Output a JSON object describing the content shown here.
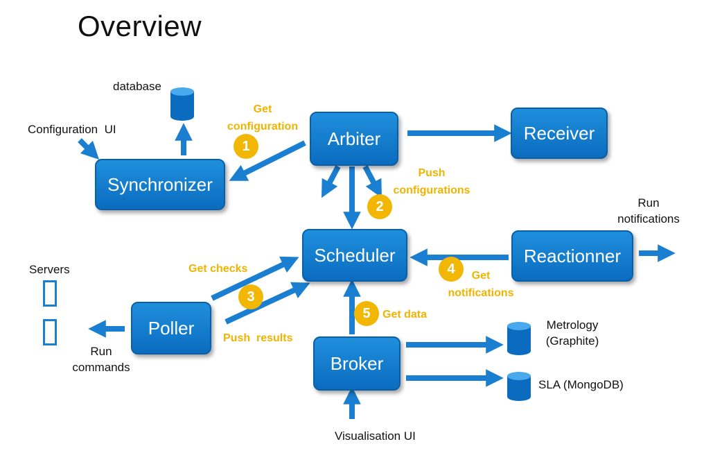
{
  "title": "Overview",
  "components": {
    "arbiter": "Arbiter",
    "receiver": "Receiver",
    "synchronizer": "Synchronizer",
    "scheduler": "Scheduler",
    "reactionner": "Reactionner",
    "poller": "Poller",
    "broker": "Broker"
  },
  "labels": {
    "database": "database",
    "configuration_ui": "Configuration  UI",
    "servers": "Servers",
    "run_commands": "Run\ncommands",
    "run_notifications": "Run\nnotifications",
    "metrology": "Metrology\n(Graphite)",
    "sla": "SLA (MongoDB)",
    "visualisation_ui": "Visualisation UI"
  },
  "steps": [
    {
      "number": "1",
      "text": "Get\nconfiguration"
    },
    {
      "number": "2",
      "text": "Push\nconfigurations"
    },
    {
      "number": "3",
      "text_a": "Get checks",
      "text_b": "Push  results"
    },
    {
      "number": "4",
      "text": "Get\nnotifications"
    },
    {
      "number": "5",
      "text": "Get data"
    }
  ],
  "colors": {
    "box": "#0b6cbf",
    "arrow": "#1a7fd0",
    "step_badge": "#f2b705",
    "step_text": "#f0b400"
  },
  "icons": {
    "database": "database-cylinder-icon",
    "server": "server-rectangle-icon"
  }
}
